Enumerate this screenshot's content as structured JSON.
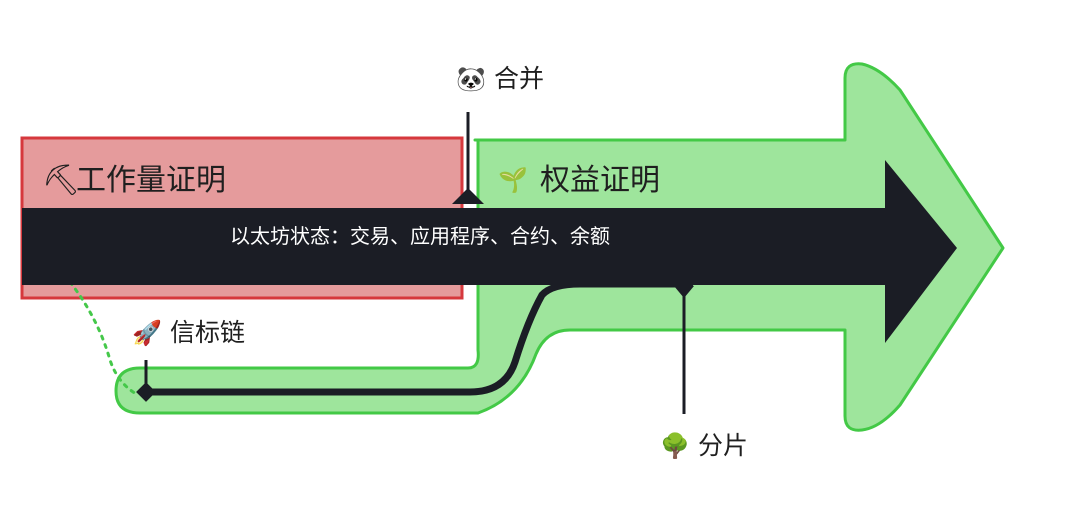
{
  "pow": {
    "icon": "⛏",
    "icon_name": "pickaxe-icon",
    "label": "工作量证明",
    "color_fill": "#e59b9c",
    "color_stroke": "#d6383d"
  },
  "pos": {
    "icon": "🌱",
    "icon_name": "seedling-icon",
    "label": "权益证明",
    "color_fill": "#9ee59c",
    "color_stroke": "#43c946"
  },
  "main": {
    "label": "以太坊状态：交易、应用程序、合约、余额",
    "color": "#1b1d25"
  },
  "milestones": {
    "merge": {
      "icon": "🐼",
      "icon_name": "panda-icon",
      "label": "合并"
    },
    "beacon": {
      "icon": "🚀",
      "icon_name": "rocket-icon",
      "label": "信标链"
    },
    "sharding": {
      "icon": "🌳",
      "icon_name": "tree-icon",
      "label": "分片"
    }
  }
}
